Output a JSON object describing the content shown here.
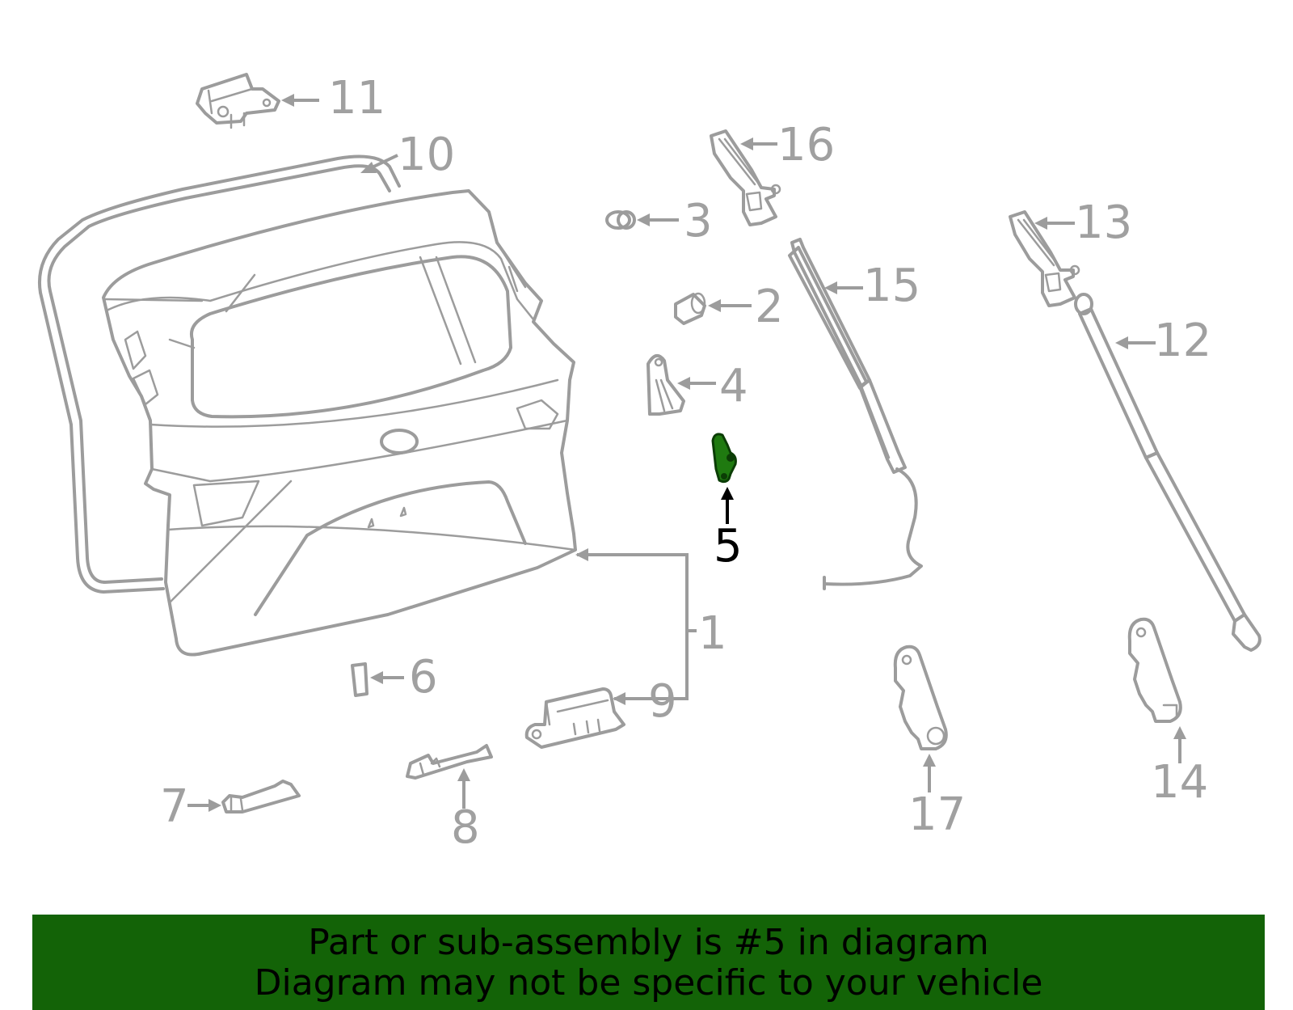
{
  "highlight": {
    "part_number": "5",
    "color": "#136307"
  },
  "callouts": {
    "c1": "1",
    "c2": "2",
    "c3": "3",
    "c4": "4",
    "c5": "5",
    "c6": "6",
    "c7": "7",
    "c8": "8",
    "c9": "9",
    "c10": "10",
    "c11": "11",
    "c12": "12",
    "c13": "13",
    "c14": "14",
    "c15": "15",
    "c16": "16",
    "c17": "17"
  },
  "banner": {
    "line1": "Part or sub-assembly is #5 in diagram",
    "line2": "Diagram may not be specific to your vehicle"
  }
}
